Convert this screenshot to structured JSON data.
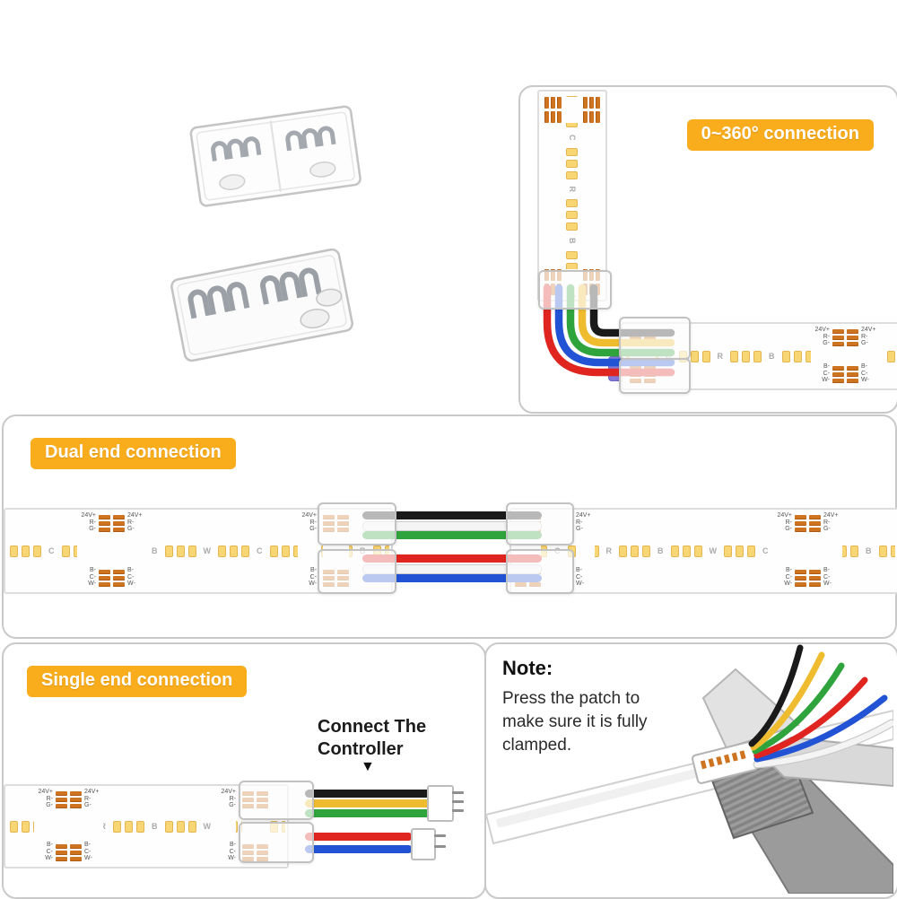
{
  "product": {
    "corner_panel": {
      "badge": "0~360° connection"
    },
    "dual_panel": {
      "badge": "Dual end connection"
    },
    "single_panel": {
      "badge": "Single end connection",
      "controller_label": "Connect The Controller"
    },
    "note_panel": {
      "title": "Note:",
      "body": "Press the patch to make sure it is fully clamped."
    }
  },
  "icons": {
    "down_arrow": "▼"
  },
  "strip": {
    "top_labels": [
      "24V+",
      "R-",
      "G-"
    ],
    "bottom_labels": [
      "B-",
      "C-",
      "W-"
    ],
    "pattern": [
      "C",
      "R",
      "B",
      "W",
      "C",
      "R",
      "B",
      "W",
      "C",
      "R"
    ]
  },
  "colors": {
    "badge_bg": "#F9AD1D",
    "badge_text": "#FFFFFF",
    "panel_border": "#C9C9C9",
    "copper_pad": "#CE7420",
    "led_chip": "#F7D673",
    "wire_black": "#1A1A1A",
    "wire_white": "#F5F5F5",
    "wire_green": "#2FA43C",
    "wire_red": "#E02520",
    "wire_blue": "#2253D4",
    "wire_yellow": "#EFBC2F",
    "clamp_purple": "#8276D6"
  }
}
